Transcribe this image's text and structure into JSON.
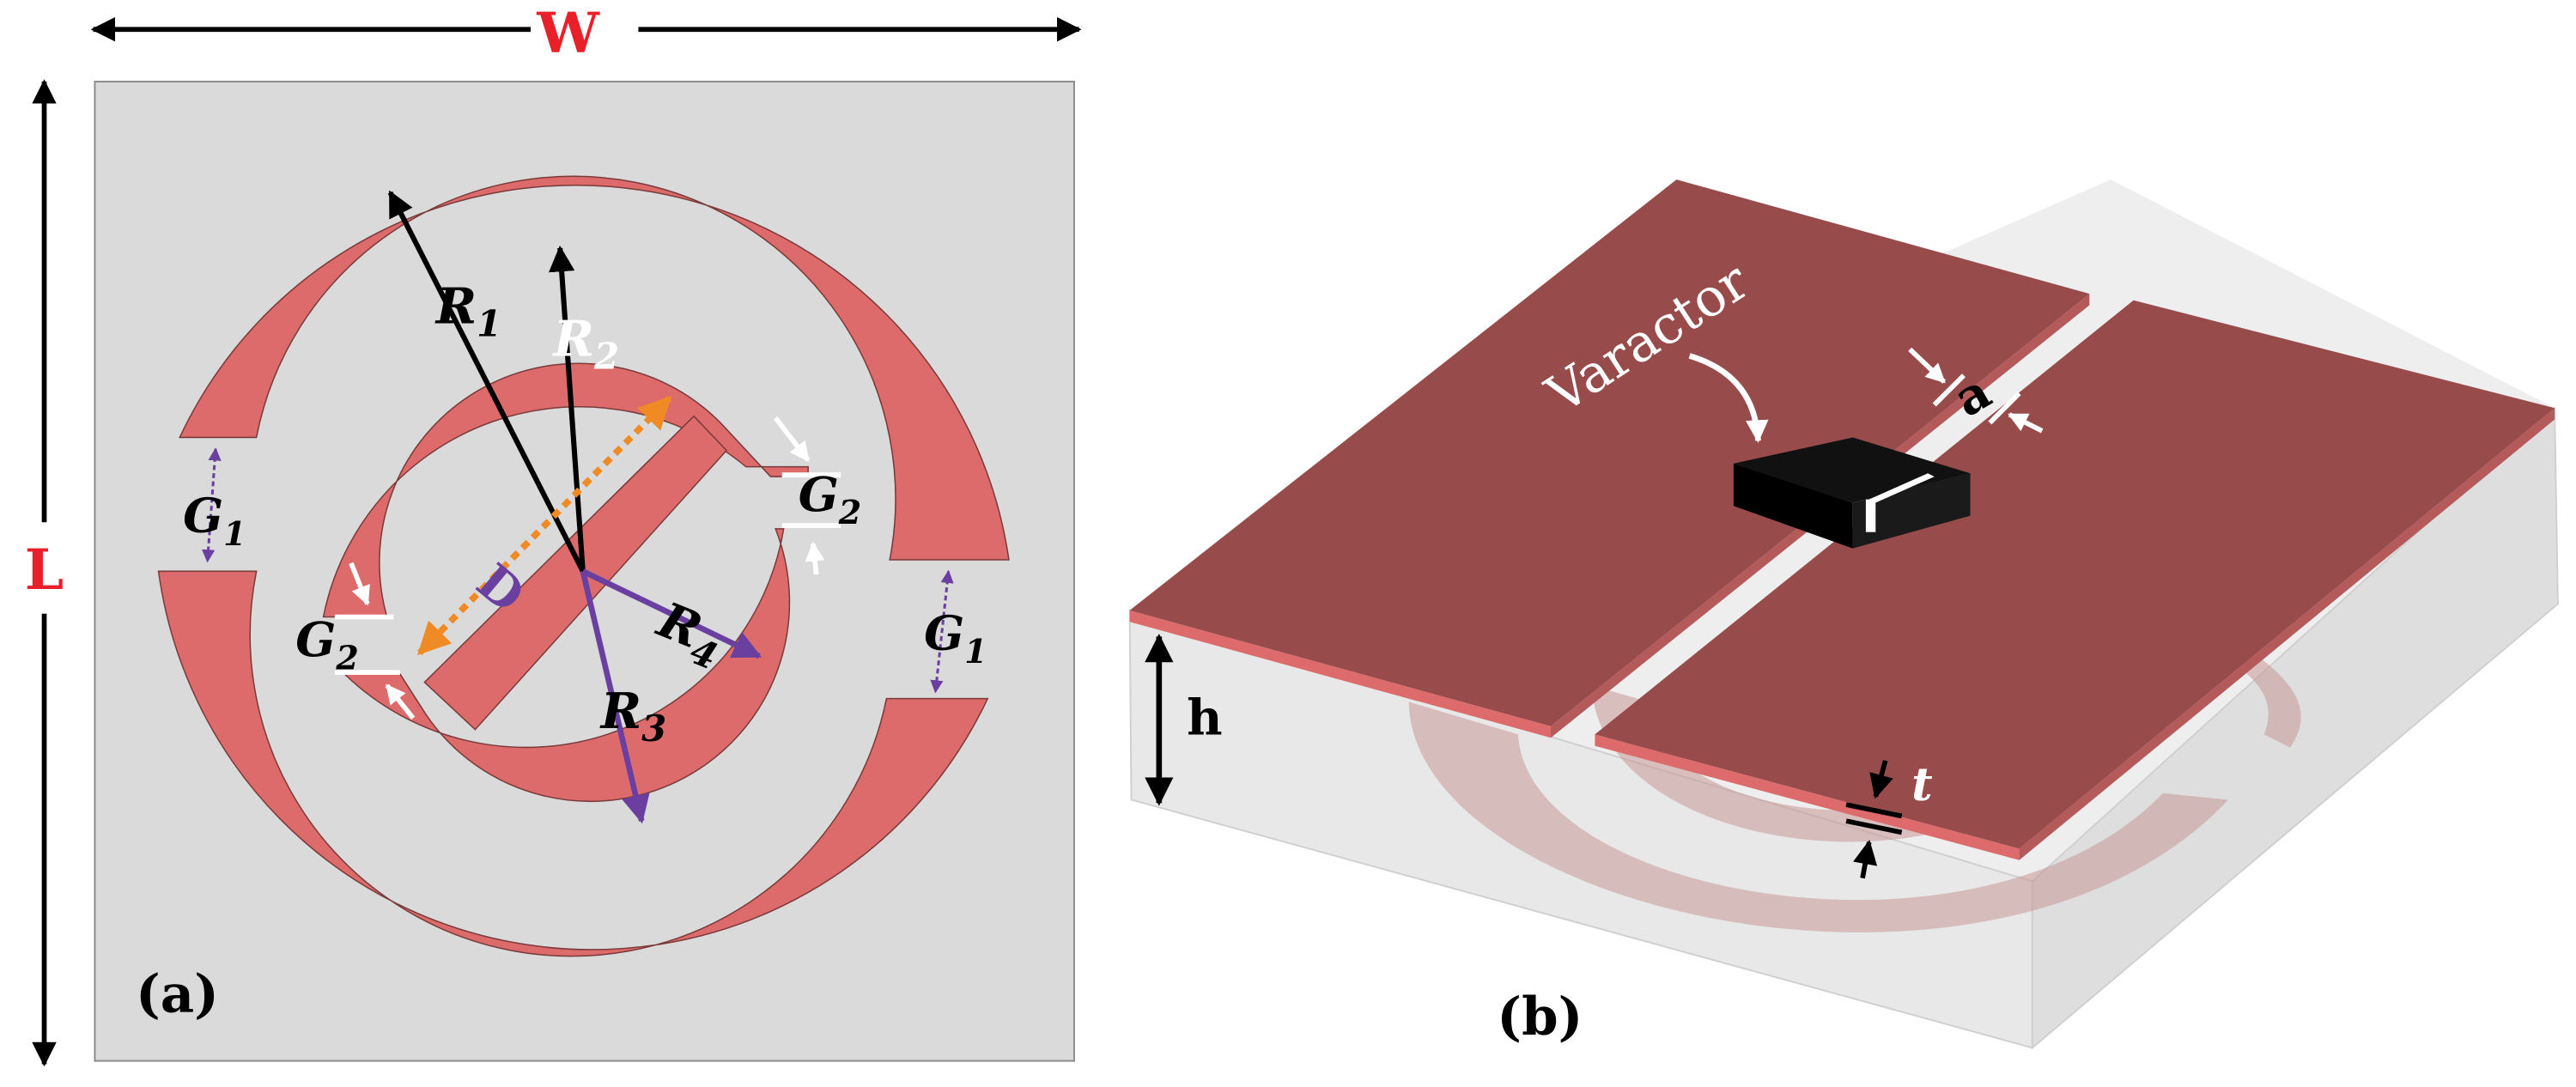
{
  "panel_a": {
    "label": "(a)",
    "width_label": "W",
    "length_label": "L",
    "params": {
      "R1": {
        "main": "R",
        "sub": "1"
      },
      "R2": {
        "main": "R",
        "sub": "2"
      },
      "R3": {
        "main": "R",
        "sub": "3"
      },
      "R4": {
        "main": "R",
        "sub": "4"
      },
      "G1": {
        "main": "G",
        "sub": "1"
      },
      "G2": {
        "main": "G",
        "sub": "2"
      },
      "D": "D"
    }
  },
  "panel_b": {
    "label": "(b)",
    "varactor": "Varactor",
    "gap": "a",
    "height": "h",
    "thickness": "t"
  },
  "colors": {
    "copper_top": "#DE6B6B",
    "copper_3d": "#984B4B",
    "substrate": "#DADADA",
    "dimension_red": "#E8202A",
    "purple": "#6A3FA0",
    "orange": "#F08A24",
    "black": "#000000",
    "white": "#FFFFFF"
  }
}
